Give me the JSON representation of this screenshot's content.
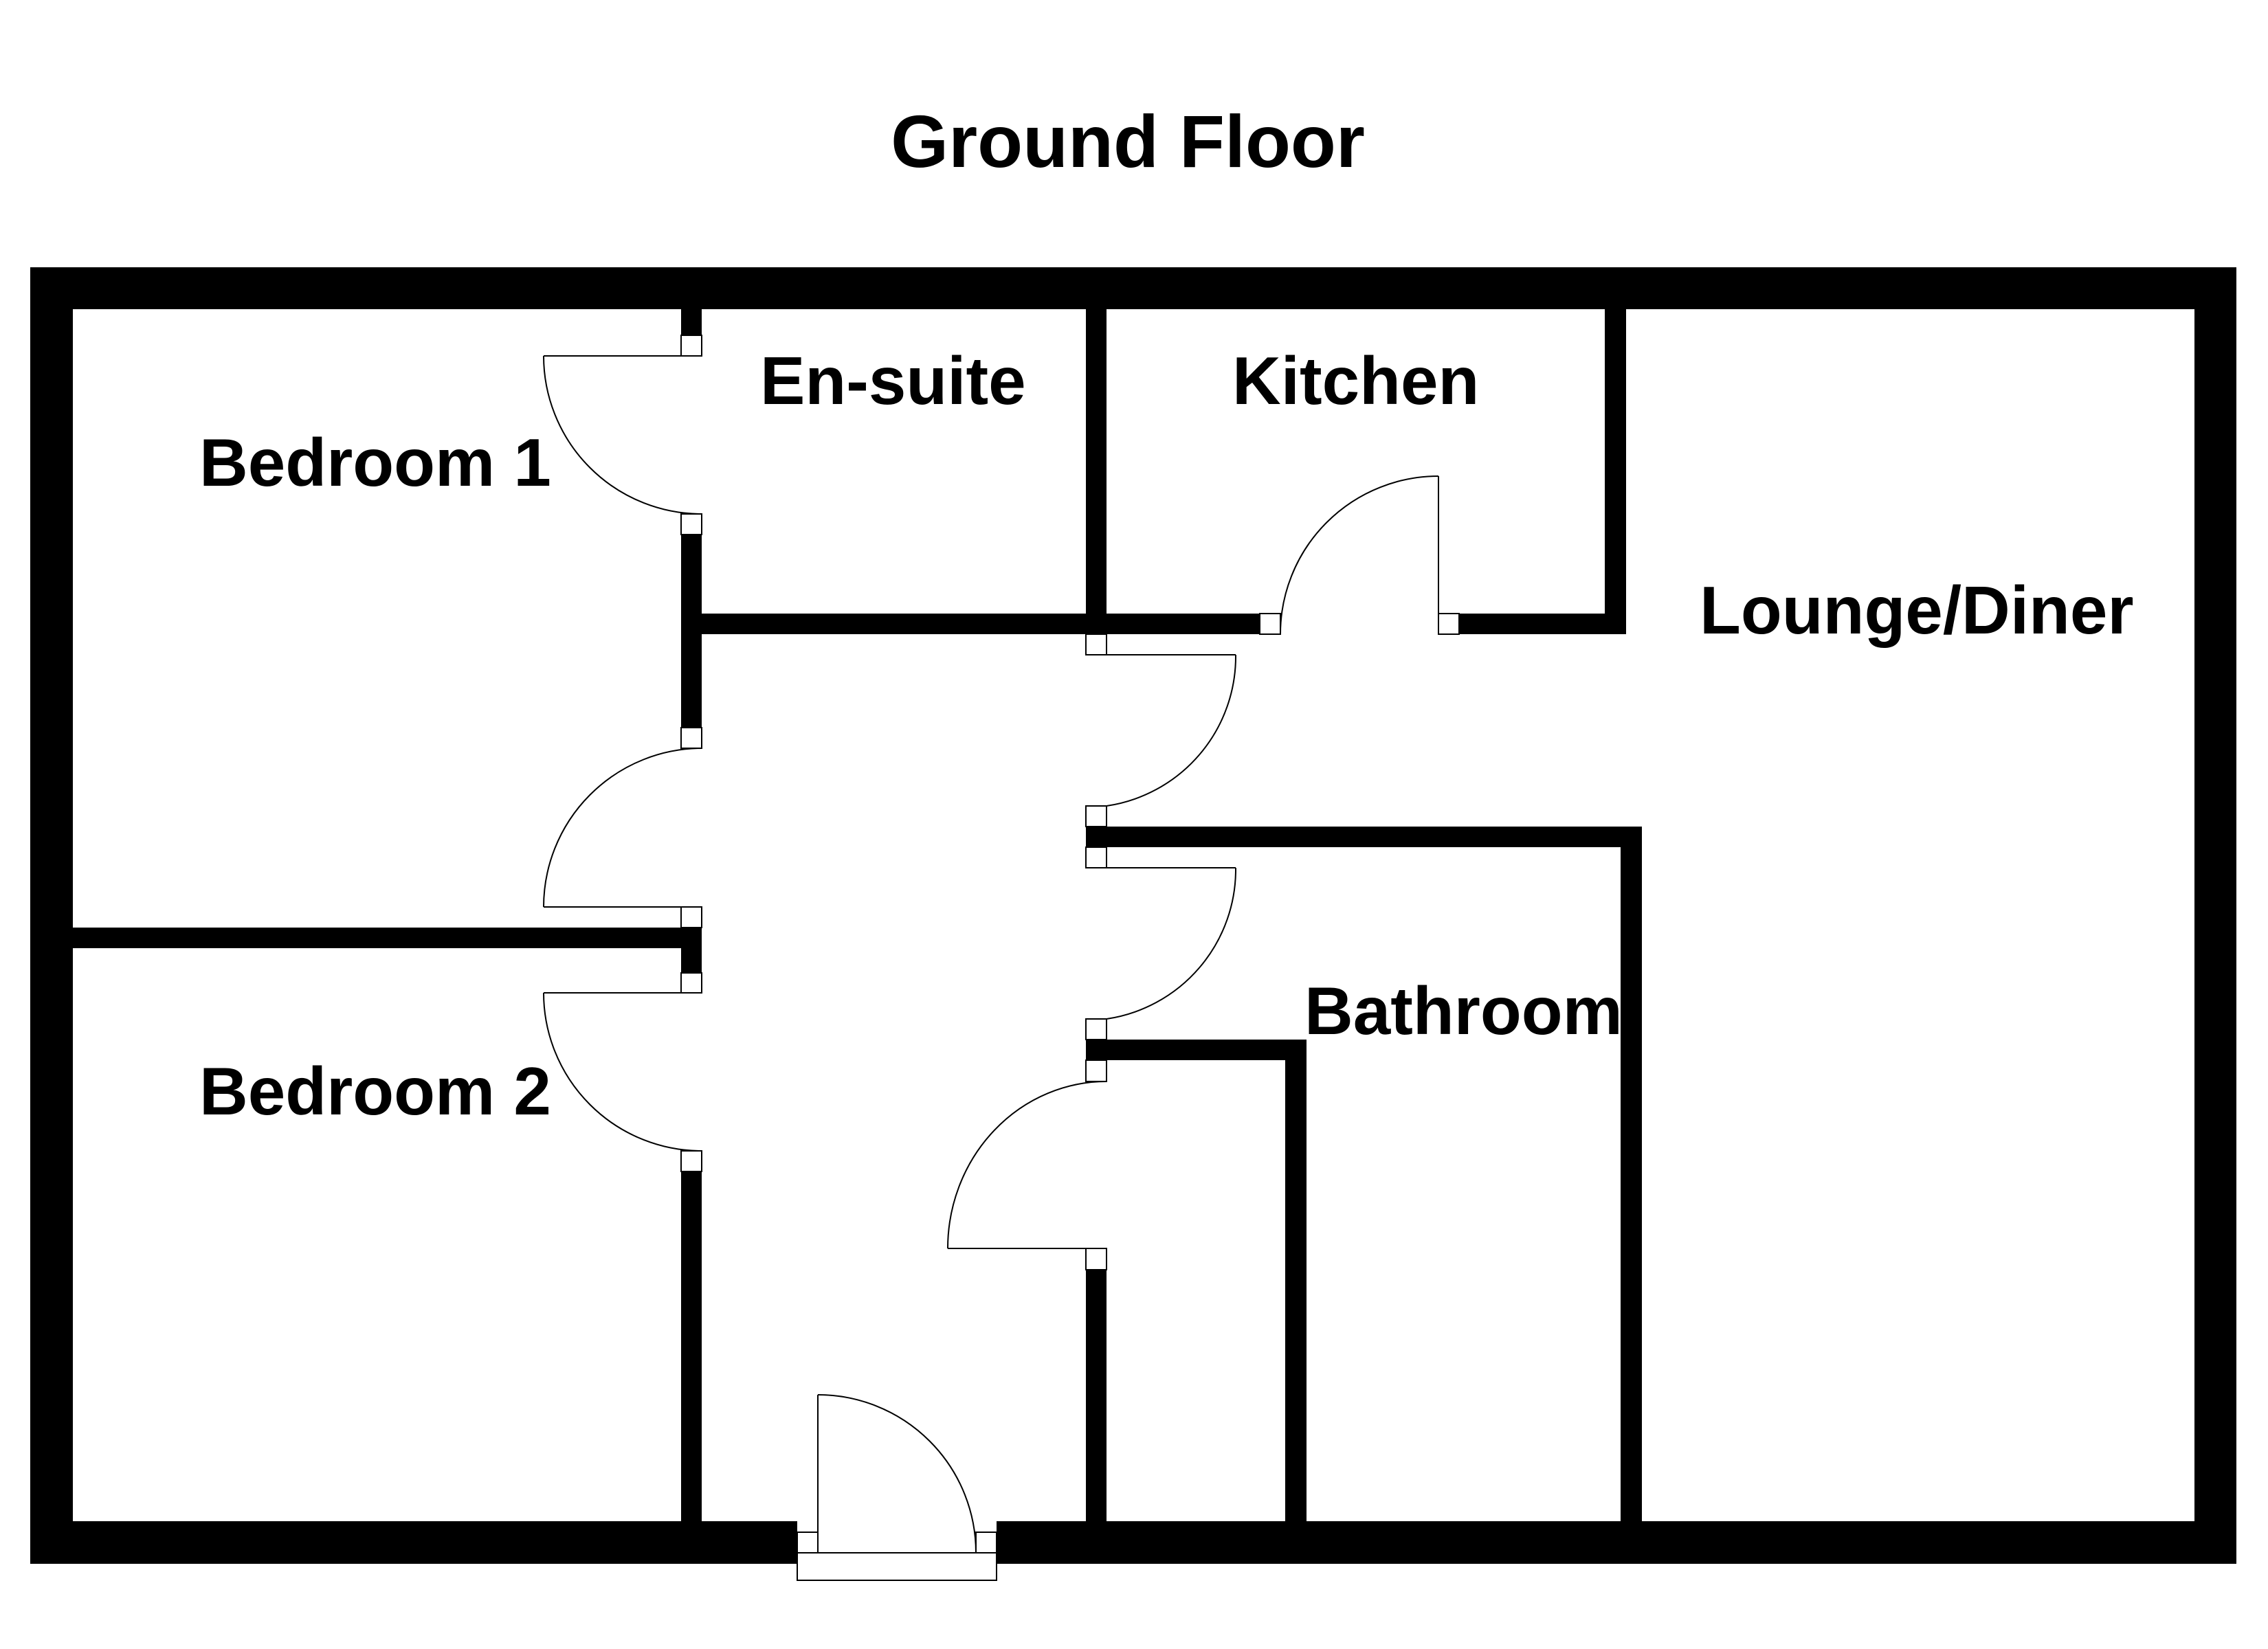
{
  "title": "Ground Floor",
  "colors": {
    "background": "#ffffff",
    "wall": "#000000",
    "text": "#000000"
  },
  "rooms": {
    "bedroom1": {
      "label": "Bedroom 1"
    },
    "ensuite": {
      "label": "En-suite"
    },
    "kitchen": {
      "label": "Kitchen"
    },
    "lounge_diner": {
      "label": "Lounge/Diner"
    },
    "bedroom2": {
      "label": "Bedroom 2"
    },
    "bathroom": {
      "label": "Bathroom"
    }
  }
}
